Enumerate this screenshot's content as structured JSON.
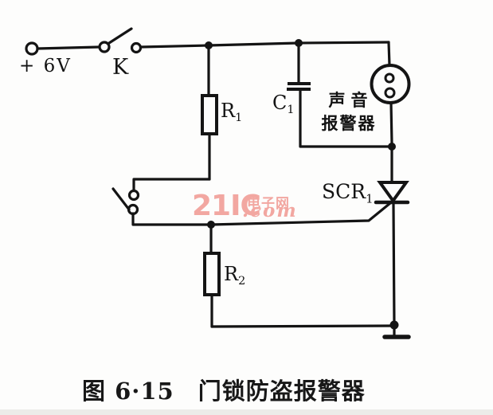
{
  "page": {
    "background": "#fdfdfc",
    "ink": "#141414"
  },
  "labels": {
    "power": "+ 6V",
    "switch_k": "K",
    "r1": {
      "text": "R",
      "sub": "1"
    },
    "c1": {
      "text": "C",
      "sub": "1"
    },
    "alarm_line1": "声音",
    "alarm_line2": "报警器",
    "scr": {
      "text": "SCR",
      "sub": "1"
    },
    "r2": {
      "text": "R",
      "sub": "2"
    }
  },
  "watermark": {
    "brand": "21IC",
    "domain": ".com",
    "site": "电子网",
    "color": "#f2a7a1"
  },
  "caption": "图 6·15　门锁防盗报警器"
}
